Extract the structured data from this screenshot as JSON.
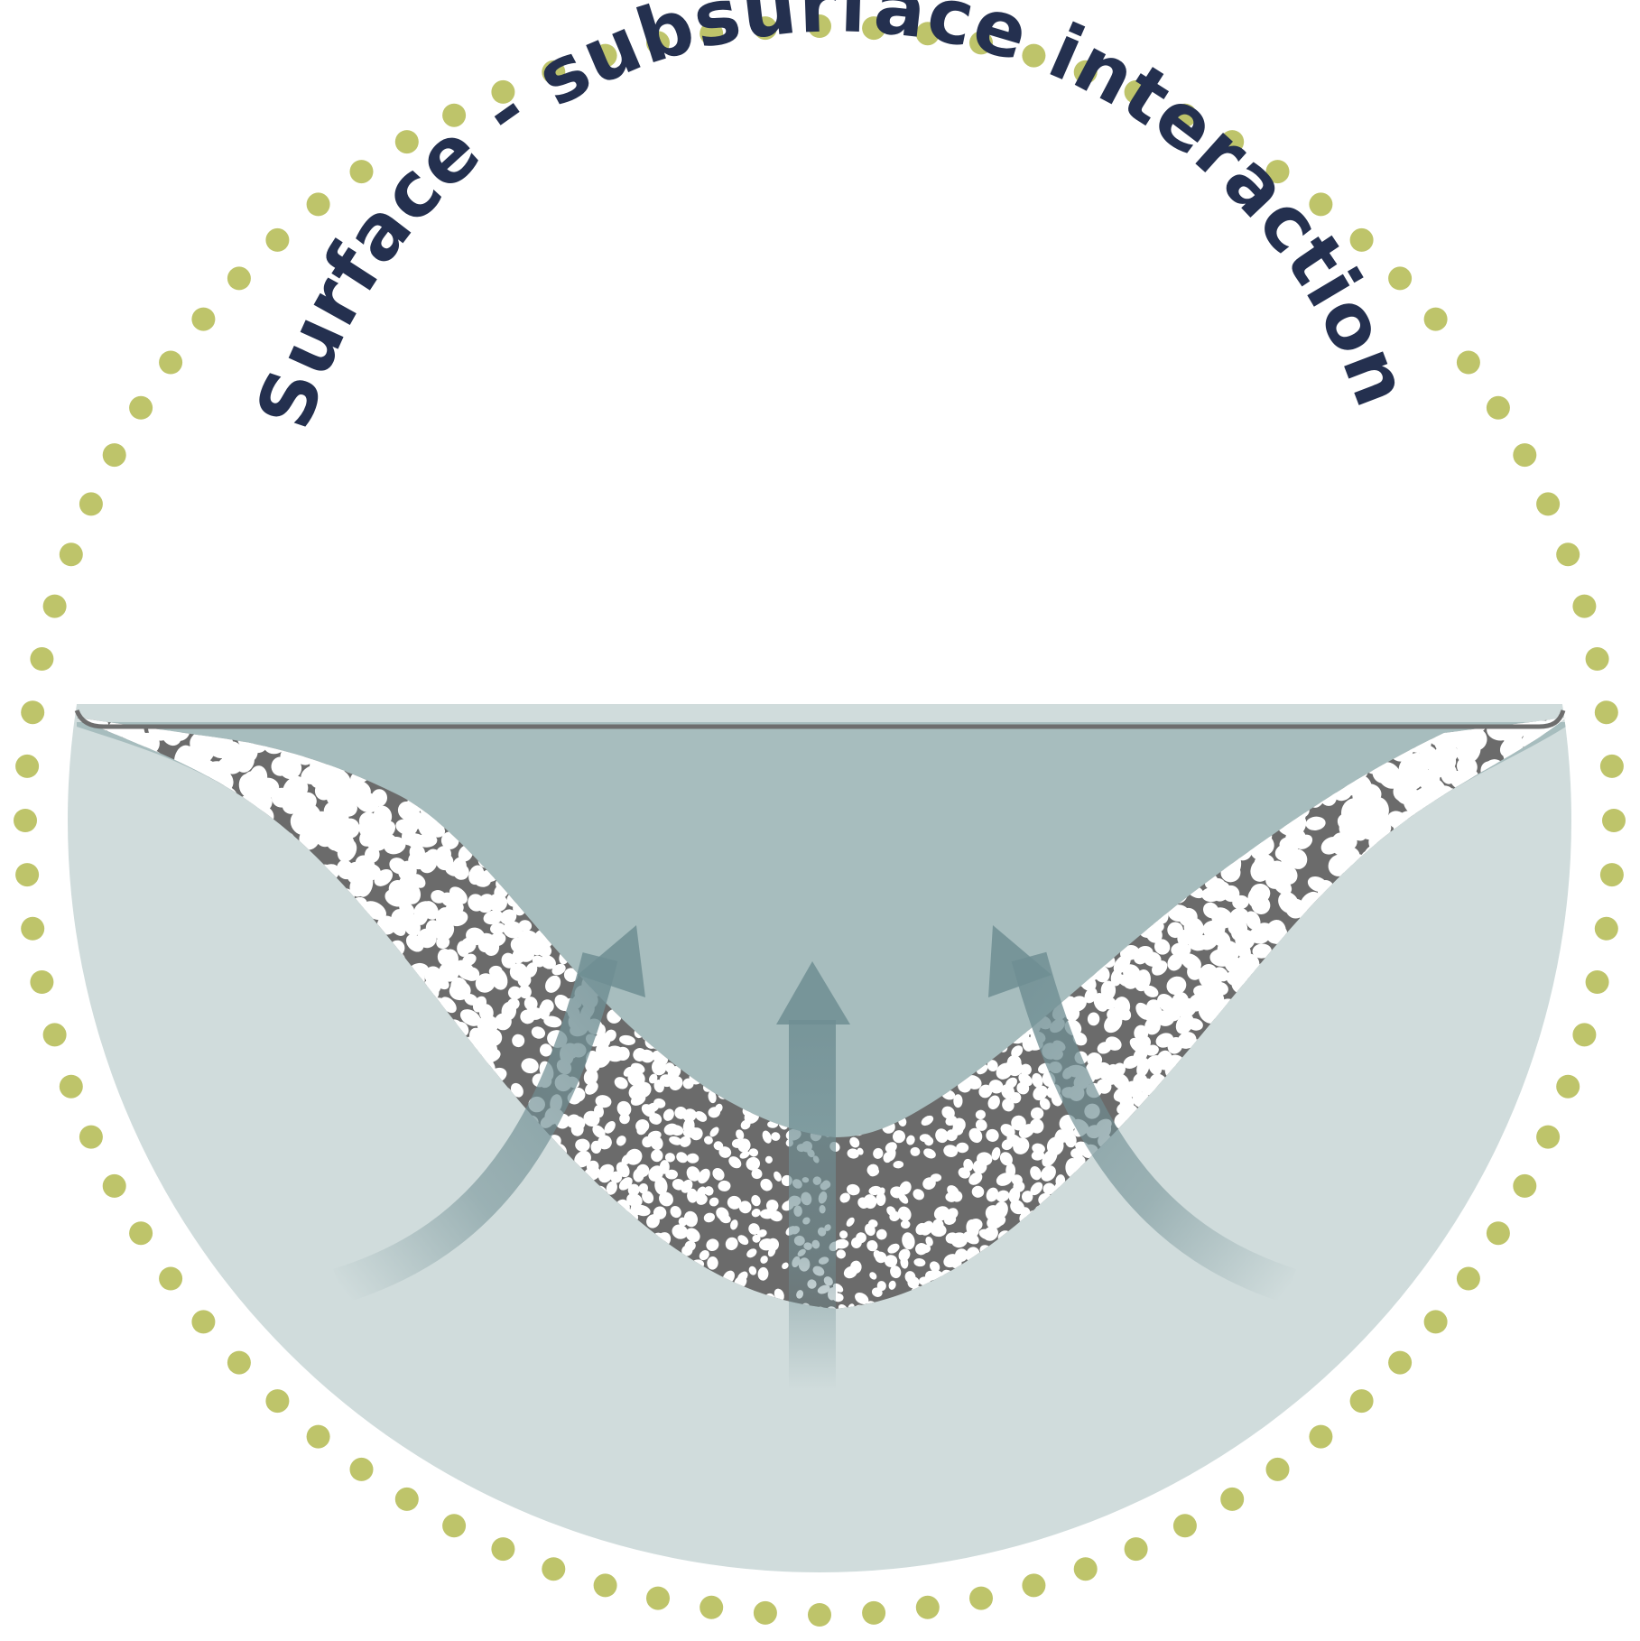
{
  "title": {
    "text": "Surface -  subsurface interaction"
  },
  "colors": {
    "dot_ring": "#bec46a",
    "title": "#24304f",
    "ground": "#d0dcdc",
    "water": "#a7bdbe",
    "surface_line": "#6e6e6e",
    "sediment_matrix": "#6b6b6b",
    "pebble": "#ffffff",
    "arrow": "#6f8e93"
  },
  "icons": {
    "ring": "dotted-circle-border",
    "arrows": [
      "upwelling-arrow-left",
      "upwelling-arrow-center",
      "upwelling-arrow-right"
    ]
  }
}
